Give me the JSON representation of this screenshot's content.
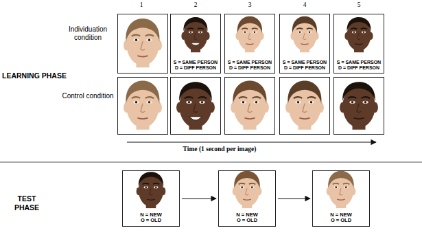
{
  "diagram": {
    "nodes": [
      {
        "text": [
          "S = SAME PERSON",
          "D = DIFF PERSON"
        ]
      },
      {
        "text": [
          "S = SAME PERSON",
          "D = DIFF PERSON"
        ]
      },
      {
        "text": [
          "S = SAME PERSON",
          "D = DIFF PERSON"
        ]
      },
      {
        "text": [
          "S = SAME PERSON",
          "D = DIFF PERSON"
        ]
      },
      {
        "text": [
          "N = NEW",
          "O = OLD"
        ]
      },
      {
        "text": [
          "N = NEW",
          "O = OLD"
        ]
      },
      {
        "text": [
          "N = NEW",
          "O = OLD"
        ]
      }
    ],
    "edges": [
      {
        "from": 4,
        "to": 5,
        "arrow": "to"
      },
      {
        "from": 5,
        "to": 6,
        "arrow": "to"
      }
    ],
    "labels": [
      "1",
      "2",
      "3",
      "4",
      "5",
      "Individuation condition",
      "Control condition",
      "LEARNING PHASE",
      "Time (1 second per image)",
      "TEST PHASE"
    ]
  }
}
